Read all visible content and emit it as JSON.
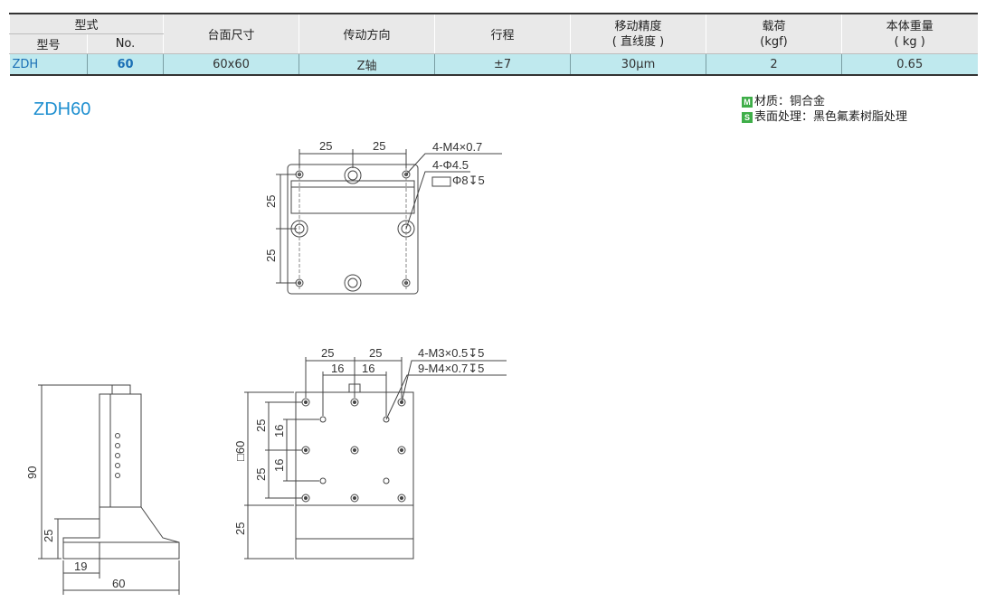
{
  "table": {
    "group_header": "型式",
    "sub_headers": [
      "型号",
      "No."
    ],
    "headers": [
      {
        "line1": "台面尺寸",
        "line2": ""
      },
      {
        "line1": "传动方向",
        "line2": ""
      },
      {
        "line1": "行程",
        "line2": ""
      },
      {
        "line1": "移动精度",
        "line2": "( 直线度 )"
      },
      {
        "line1": "载荷",
        "line2": "(kgf)"
      },
      {
        "line1": "本体重量",
        "line2": "( kg )"
      }
    ],
    "row": [
      "ZDH",
      "60",
      "60x60",
      "Z轴",
      "±7",
      "30μm",
      "2",
      "0.65"
    ]
  },
  "part_title": "ZDH60",
  "material": {
    "m_badge": "M",
    "s_badge": "S",
    "material_line": "材质：铜合金",
    "surface_line": "表面处理：黑色氟素树脂处理"
  },
  "top_view": {
    "dim_a": "25",
    "dim_b": "25",
    "dim_left_a": "25",
    "dim_left_b": "25",
    "note1": "4-M4×0.7",
    "note2": "4-Φ4.5",
    "note3": "Φ8↧5"
  },
  "front_view": {
    "dim_a": "25",
    "dim_b": "25",
    "dim_c": "16",
    "dim_d": "16",
    "note1": "4-M3×0.5↧5",
    "note2": "9-M4×0.7↧5",
    "square": "□60",
    "dim_v25a": "25",
    "dim_v16a": "16",
    "dim_v16b": "16",
    "dim_v25b": "25",
    "dim_v25c": "25"
  },
  "side_view": {
    "height": "90",
    "base": "25",
    "offset": "19",
    "width": "60"
  },
  "colors": {
    "header_bg": "#e9e9e9",
    "row_bg": "#bfe9ee",
    "accent": "#1e8fd0",
    "badge": "#3fae49"
  }
}
